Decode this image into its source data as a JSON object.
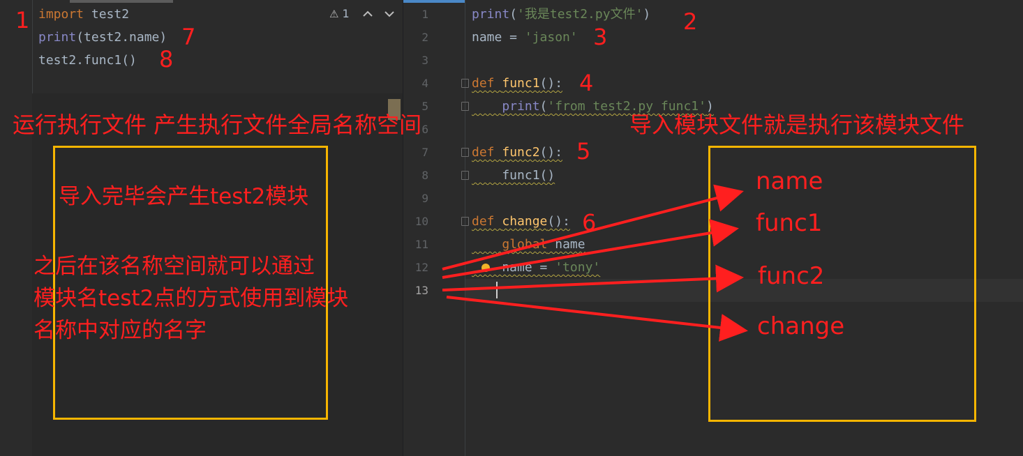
{
  "left_editor": {
    "lines": [
      [
        {
          "t": "import",
          "c": "kw"
        },
        {
          "t": " test2",
          "c": "pu"
        }
      ],
      [
        {
          "t": "print",
          "c": "bi"
        },
        {
          "t": "(test2.name)",
          "c": "pu"
        }
      ],
      [
        {
          "t": "test2.func1()",
          "c": "pu"
        }
      ]
    ],
    "inspection": {
      "count": "1",
      "up": "^",
      "down": "v"
    }
  },
  "right_editor": {
    "line_numbers": [
      "1",
      "2",
      "3",
      "4",
      "5",
      "6",
      "7",
      "8",
      "9",
      "10",
      "11",
      "12",
      "13"
    ],
    "lines": [
      [
        {
          "t": "print",
          "c": "bi"
        },
        {
          "t": "(",
          "c": "pu"
        },
        {
          "t": "'我是test2.py文件'",
          "c": "str"
        },
        {
          "t": ")",
          "c": "pu"
        }
      ],
      [
        {
          "t": "name = ",
          "c": "pu"
        },
        {
          "t": "'jason'",
          "c": "str"
        }
      ],
      [],
      [
        {
          "t": "def ",
          "c": "kw"
        },
        {
          "t": "func1",
          "c": "fn"
        },
        {
          "t": "():",
          "c": "pu"
        }
      ],
      [
        {
          "t": "    ",
          "c": "pu"
        },
        {
          "t": "print",
          "c": "bi"
        },
        {
          "t": "(",
          "c": "pu"
        },
        {
          "t": "'from test2.py func1'",
          "c": "str"
        },
        {
          "t": ")",
          "c": "pu"
        }
      ],
      [],
      [
        {
          "t": "def ",
          "c": "kw"
        },
        {
          "t": "func2",
          "c": "fn"
        },
        {
          "t": "():",
          "c": "pu"
        }
      ],
      [
        {
          "t": "    func1()",
          "c": "pu"
        }
      ],
      [],
      [
        {
          "t": "def ",
          "c": "kw"
        },
        {
          "t": "change",
          "c": "fn"
        },
        {
          "t": "():",
          "c": "pu"
        }
      ],
      [
        {
          "t": "    ",
          "c": "pu"
        },
        {
          "t": "global",
          "c": "kw"
        },
        {
          "t": " name",
          "c": "pu"
        }
      ],
      [
        {
          "t": "    name = ",
          "c": "pu"
        },
        {
          "t": "'tony'",
          "c": "str"
        }
      ],
      [
        {
          "t": "    ",
          "c": "pu"
        }
      ]
    ]
  },
  "annotations": {
    "n1": "1",
    "n2": "2",
    "n3": "3",
    "n4": "4",
    "n5": "5",
    "n6": "6",
    "n7": "7",
    "n8": "8",
    "run_exec": "运行执行文件 产生执行文件全局名称空间",
    "import_module": "导入模块文件就是执行该模块文件",
    "import_done": "导入完毕会产生test2模块",
    "afterwards_1": "之后在该名称空间就可以通过",
    "afterwards_2": "模块名test2点的方式使用到模块",
    "afterwards_3": "名称中对应的名字",
    "names": [
      "name",
      "func1",
      "func2",
      "change"
    ]
  },
  "colors": {
    "annotation": "#ff1f1f",
    "box": "#f7b500",
    "background": "#2b2b2b",
    "tab_active": "#4a88c7"
  }
}
